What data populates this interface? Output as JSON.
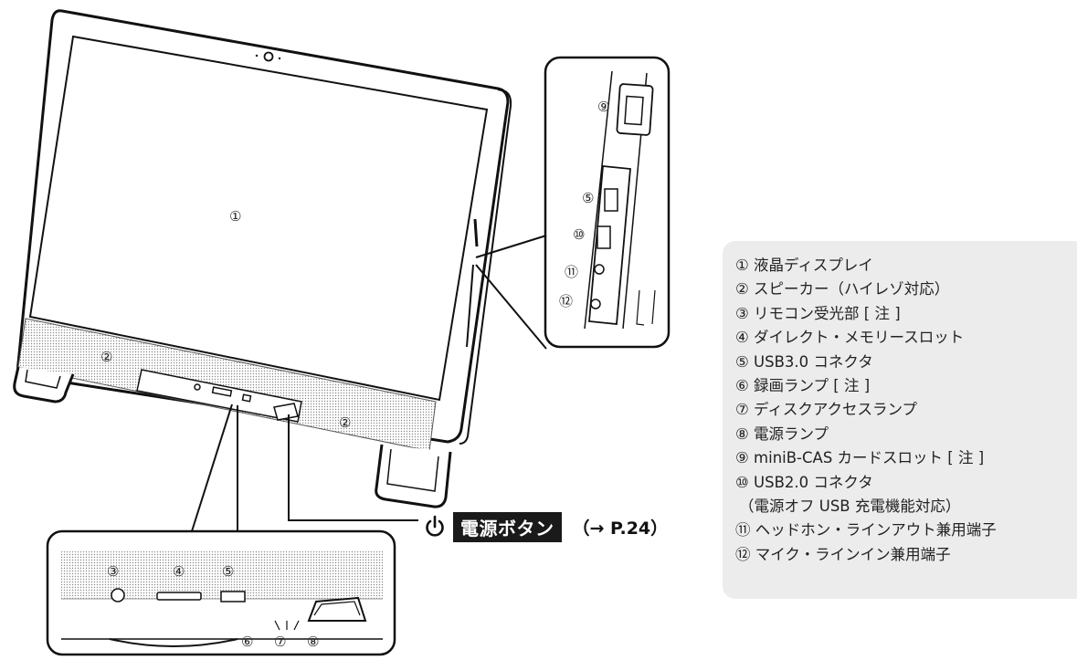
{
  "diagram": {
    "callouts": {
      "c1": "①",
      "c2": "②",
      "c3": "③",
      "c4": "④",
      "c5": "⑤",
      "c6": "⑥",
      "c7": "⑦",
      "c8": "⑧",
      "c9": "⑨",
      "c10": "⑩",
      "c11": "⑪",
      "c12": "⑫"
    },
    "power_button": {
      "icon": "power-icon",
      "label": "電源ボタン",
      "reference": "（→ P.24）"
    }
  },
  "legend": {
    "items": [
      "① 液晶ディスプレイ",
      "② スピーカー（ハイレゾ対応）",
      "③ リモコン受光部 [ 注 ]",
      "④ ダイレクト・メモリースロット",
      "⑤ USB3.0 コネクタ",
      "⑥ 録画ランプ [ 注 ]",
      "⑦ ディスクアクセスランプ",
      "⑧ 電源ランプ",
      "⑨ miniB-CAS カードスロット [ 注 ]",
      "⑩ USB2.0 コネクタ",
      "（電源オフ USB 充電機能対応）",
      "⑪ ヘッドホン・ラインアウト兼用端子",
      "⑫ マイク・ラインイン兼用端子"
    ]
  }
}
